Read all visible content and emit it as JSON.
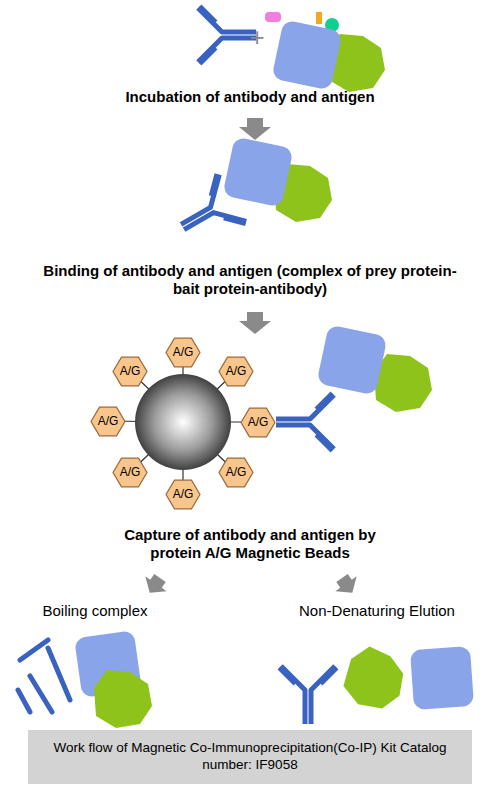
{
  "diagram": {
    "nodes": [
      {
        "text": [
          "A/G"
        ]
      },
      {
        "text": [
          "A/G"
        ]
      },
      {
        "text": [
          "A/G"
        ]
      },
      {
        "text": [
          "A/G"
        ]
      },
      {
        "text": [
          "A/G"
        ]
      },
      {
        "text": [
          "A/G"
        ]
      },
      {
        "text": [
          "A/G"
        ]
      },
      {
        "text": [
          "A/G"
        ]
      },
      {
        "text": [
          "Work flow of Magnetic Co-Immunoprecipitation(Co-IP) Kit Catalog number: IF9058"
        ]
      }
    ],
    "labels": [
      "+",
      "Incubation of antibody and antigen",
      "Binding of antibody and antigen (complex of prey protein-bait protein-antibody)",
      "Capture of antibody and antigen by protein A/G Magnetic Beads",
      "Boiling complex",
      "Non-Denaturing Elution"
    ]
  }
}
